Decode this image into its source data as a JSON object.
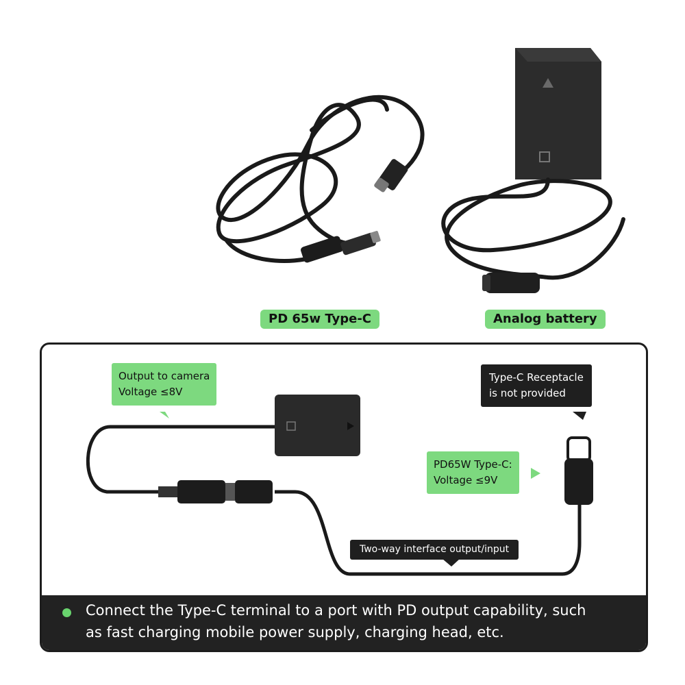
{
  "product_labels": {
    "cable": "PD 65w Type-C",
    "battery": "Analog battery"
  },
  "diagram": {
    "output_callout": {
      "line1": "Output to camera",
      "line2": "Voltage ≤8V"
    },
    "receptacle_callout": {
      "line1": "Type-C Receptacle",
      "line2": "is not provided"
    },
    "input_callout": {
      "line1": "PD65W Type-C:",
      "line2": "Voltage ≤9V"
    },
    "interface_label": "Two-way interface output/input"
  },
  "footer": {
    "line1": "Connect the Type-C terminal to a port with PD output capability, such",
    "line2": "as fast charging mobile power supply, charging head, etc."
  },
  "colors": {
    "accent_green": "#7dd97f",
    "dark": "#1f1f1f"
  },
  "icons": [
    "triangle-icon",
    "sony-logo-icon",
    "usb-c-plug-icon",
    "dc-barrel-plug-icon"
  ]
}
